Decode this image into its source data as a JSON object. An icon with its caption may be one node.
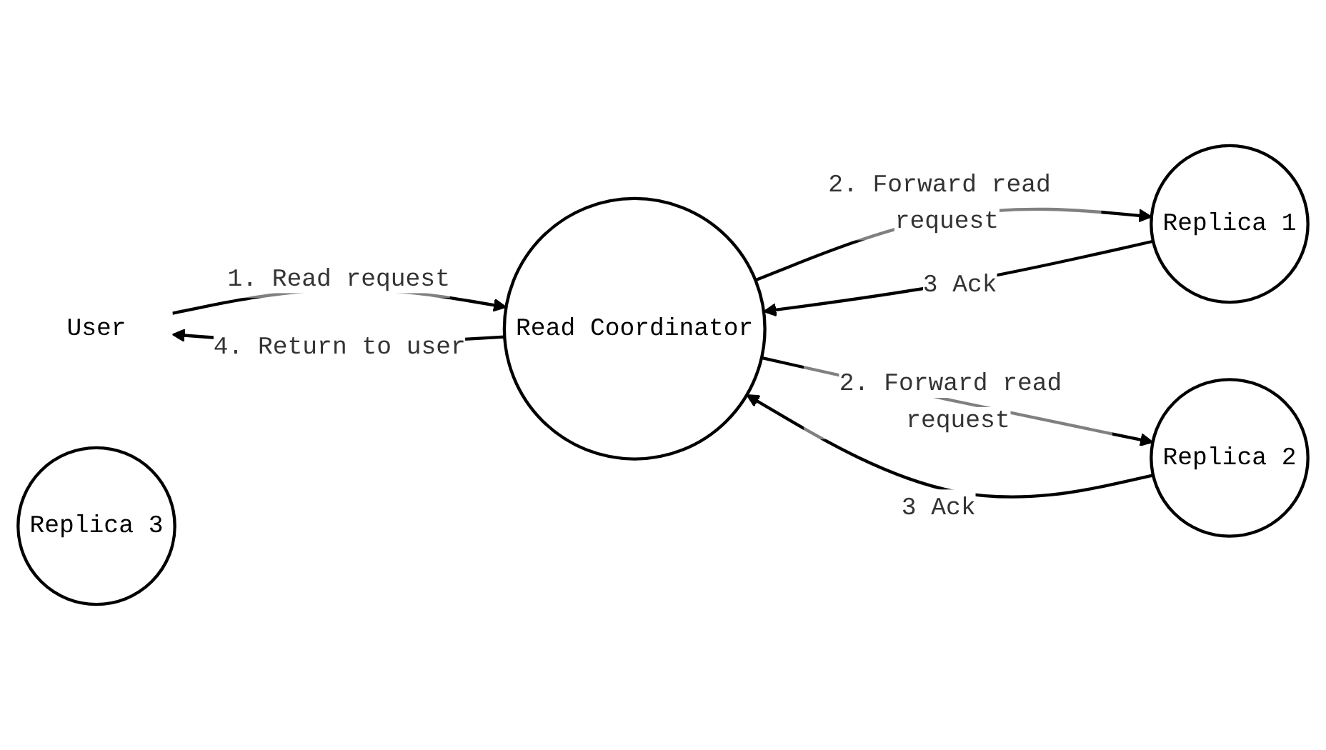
{
  "diagram": {
    "nodes": [
      {
        "text": [
          "User"
        ]
      },
      {
        "text": [
          "Read Coordinator"
        ]
      },
      {
        "text": [
          "Replica 1"
        ]
      },
      {
        "text": [
          "Replica 2"
        ]
      },
      {
        "text": [
          "Replica 3"
        ]
      }
    ],
    "edges": [
      {
        "from": 0,
        "to": 1,
        "arrow": "to",
        "label": "1. Read request"
      },
      {
        "from": 1,
        "to": 0,
        "arrow": "to",
        "label": "4. Return to user"
      },
      {
        "from": 1,
        "to": 2,
        "arrow": "to",
        "label": "2. Forward read request"
      },
      {
        "from": 2,
        "to": 1,
        "arrow": "to",
        "label": "3 Ack"
      },
      {
        "from": 1,
        "to": 3,
        "arrow": "to",
        "label": "2. Forward read request"
      },
      {
        "from": 3,
        "to": 1,
        "arrow": "to",
        "label": "3 Ack"
      }
    ]
  }
}
